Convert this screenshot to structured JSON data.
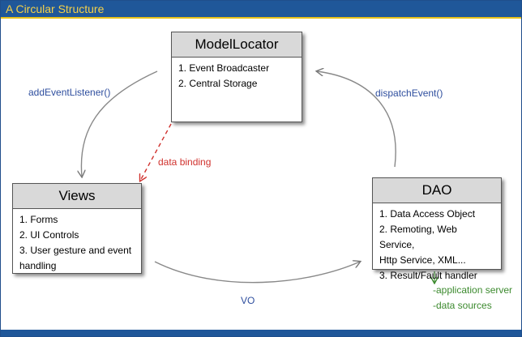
{
  "header": {
    "title": "A Circular Structure"
  },
  "nodes": {
    "modellocator": {
      "title": "ModelLocator",
      "items": [
        "1. Event Broadcaster",
        "2. Central Storage"
      ]
    },
    "views": {
      "title": "Views",
      "items": [
        "1. Forms",
        "2. UI Controls",
        "3. User gesture and event",
        "handling"
      ]
    },
    "dao": {
      "title": "DAO",
      "items": [
        "1. Data Access Object",
        "2. Remoting, Web Service,",
        "Http Service, XML...",
        "3. Result/Fault handler"
      ]
    }
  },
  "edges": {
    "add_event_listener": "addEventListener()",
    "dispatch_event": "dispatchEvent()",
    "data_binding": "data binding",
    "vo": "VO"
  },
  "notes": {
    "dao_backends": [
      "-application server",
      "-data sources"
    ]
  },
  "colors": {
    "title_bar": "#1f5799",
    "title_text": "#f3d04a",
    "edge_label_blue": "#2e4e9e",
    "data_binding_red": "#d0312d",
    "note_green": "#3c8a2e",
    "box_header": "#d9d9d9"
  }
}
